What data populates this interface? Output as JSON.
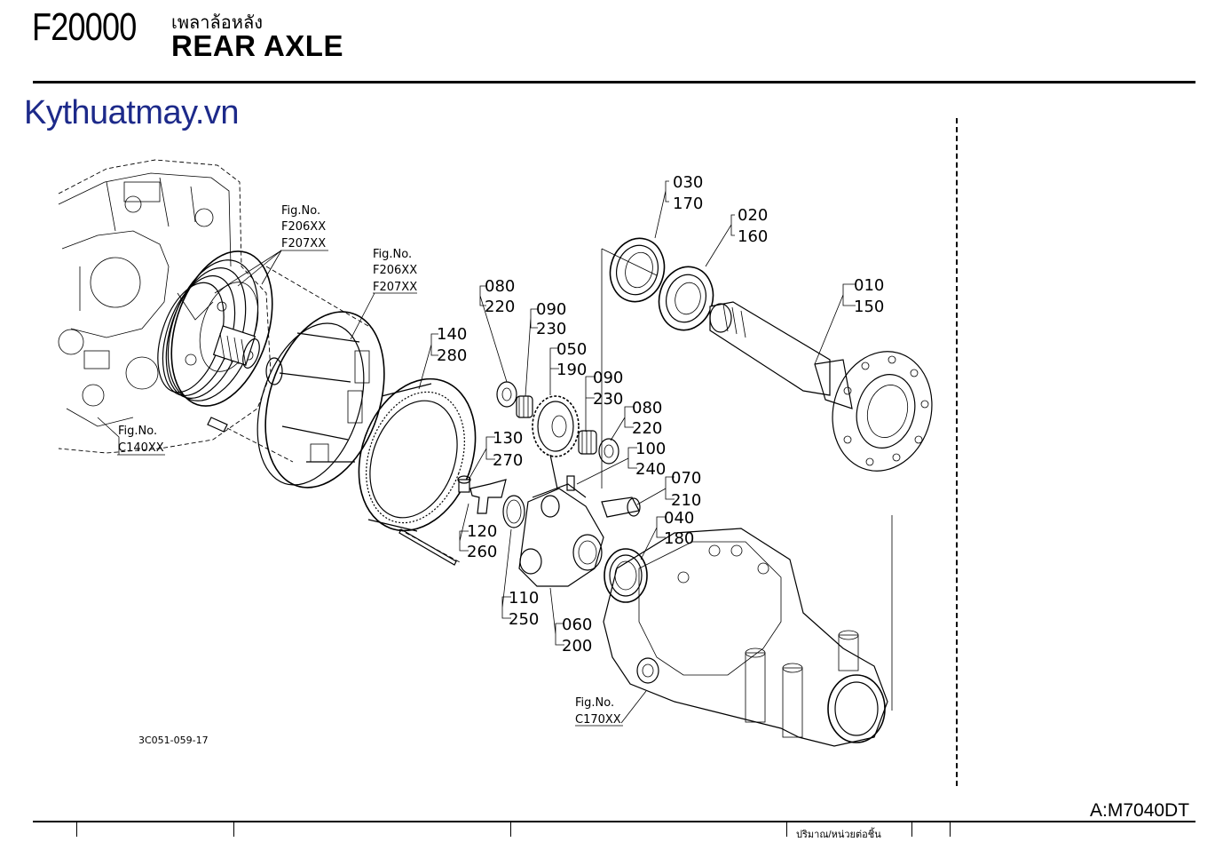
{
  "header": {
    "code": "F20000",
    "title_thai": "เพลาล้อหลัง",
    "title_en": "REAR AXLE"
  },
  "watermark": "Kythuatmay.vn",
  "model": "A:M7040DT",
  "drawing_ref": "3C051-059-17",
  "bottom_note": "ปริมาณ/หน่วยต่อชิ้น",
  "fig_refs": [
    {
      "line1": "Fig.No.",
      "line2": "F206XX",
      "line3": "F207XX"
    },
    {
      "line1": "Fig.No.",
      "line2": "F206XX",
      "line3": "F207XX"
    },
    {
      "line1": "Fig.No.",
      "line2": "C140XX"
    },
    {
      "line1": "Fig.No.",
      "line2": "C170XX"
    }
  ],
  "callouts": [
    {
      "a": "030",
      "b": "170"
    },
    {
      "a": "020",
      "b": "160"
    },
    {
      "a": "010",
      "b": "150"
    },
    {
      "a": "080",
      "b": "220"
    },
    {
      "a": "090",
      "b": "230"
    },
    {
      "a": "050",
      "b": "190"
    },
    {
      "a": "090",
      "b": "230"
    },
    {
      "a": "080",
      "b": "220"
    },
    {
      "a": "140",
      "b": "280"
    },
    {
      "a": "130",
      "b": "270"
    },
    {
      "a": "100",
      "b": "240"
    },
    {
      "a": "070",
      "b": "210"
    },
    {
      "a": "040",
      "b": "180"
    },
    {
      "a": "120",
      "b": "260"
    },
    {
      "a": "110",
      "b": "250"
    },
    {
      "a": "060",
      "b": "200"
    }
  ]
}
